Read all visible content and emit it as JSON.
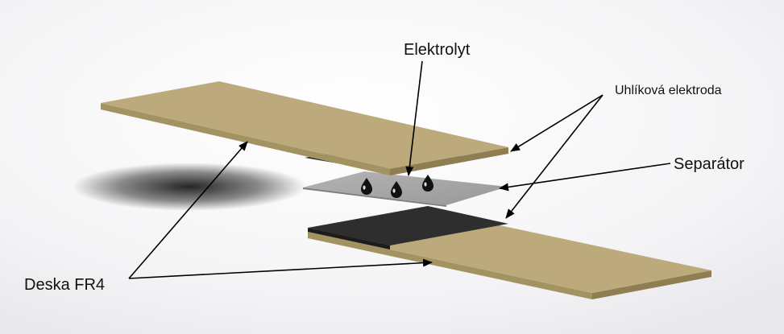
{
  "labels": {
    "electrolyte": "Elektrolyt",
    "carbon_electrode": "Uhlíková elektroda",
    "separator": "Separátor",
    "fr4_board": "Deska FR4"
  },
  "colors": {
    "fr4_top": "#bcaa7c",
    "fr4_side": "#9f8e60",
    "separator_face": "#a4a4a4",
    "carbon_electrode": "#2e2e2e",
    "electrolyte_drop": "#111111",
    "arrow": "#000000"
  }
}
